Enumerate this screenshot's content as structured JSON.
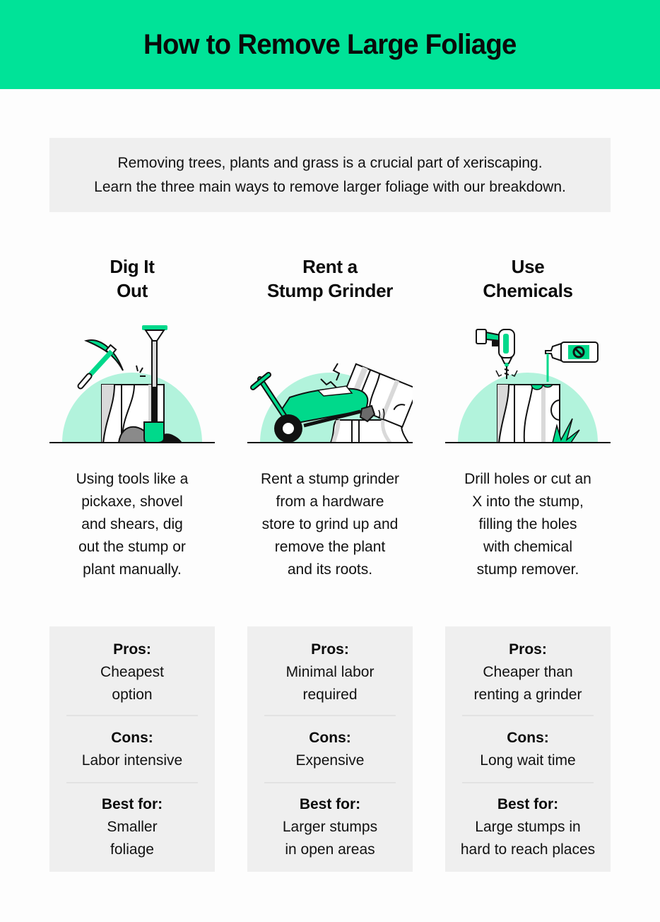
{
  "header": {
    "title": "How to Remove Large Foliage",
    "background_color": "#00e398"
  },
  "intro": {
    "line1": "Removing trees, plants and grass is a crucial part of xeriscaping.",
    "line2": "Learn the three main ways to remove larger foliage with our breakdown."
  },
  "colors": {
    "accent_green": "#00d98b",
    "mint_circle": "#b2f3dc",
    "card_bg": "#efefef",
    "stump_gray": "#d9d9d9",
    "rock_gray": "#8a8a8a"
  },
  "methods": [
    {
      "title": "Dig It\nOut",
      "illustration": "pickaxe-shovel-stump-icon",
      "description": "Using tools like a\npickaxe, shovel\nand shears, dig\nout the stump or\nplant manually.",
      "pros_label": "Pros:",
      "pros": "Cheapest\noption",
      "cons_label": "Cons:",
      "cons": "Labor intensive",
      "best_label": "Best for:",
      "best": "Smaller\nfoliage"
    },
    {
      "title": "Rent a\nStump Grinder",
      "illustration": "stump-grinder-icon",
      "description": "Rent a stump grinder\nfrom a hardware\nstore to grind up and\nremove the plant\nand its roots.",
      "pros_label": "Pros:",
      "pros": "Minimal labor\nrequired",
      "cons_label": "Cons:",
      "cons": "Expensive",
      "best_label": "Best for:",
      "best": "Larger stumps\nin open areas"
    },
    {
      "title": "Use\nChemicals",
      "illustration": "drill-chemical-bottle-stump-icon",
      "description": "Drill holes or cut an\nX into the stump,\nfilling the holes\nwith chemical\nstump remover.",
      "pros_label": "Pros:",
      "pros": "Cheaper than\nrenting a grinder",
      "cons_label": "Cons:",
      "cons": "Long wait time",
      "best_label": "Best for:",
      "best": "Large stumps in\nhard to reach places"
    }
  ]
}
